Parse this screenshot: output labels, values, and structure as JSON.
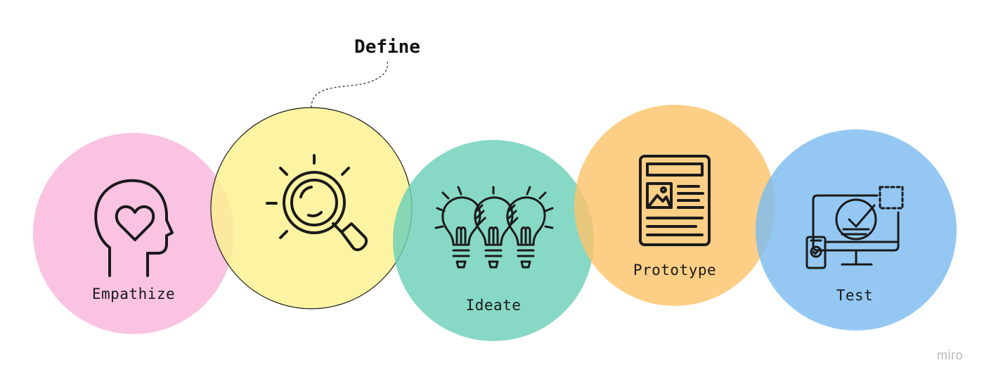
{
  "stages": [
    {
      "id": "empathize",
      "label": "Empathize",
      "color": "#f9b9dc",
      "icon": "head-heart-icon"
    },
    {
      "id": "define",
      "label": "Define",
      "color": "#fbf28d",
      "icon": "magnifier-icon"
    },
    {
      "id": "ideate",
      "label": "Ideate",
      "color": "#6dd0b8",
      "icon": "lightbulbs-icon"
    },
    {
      "id": "prototype",
      "label": "Prototype",
      "color": "#fdc36a",
      "icon": "document-layout-icon"
    },
    {
      "id": "test",
      "label": "Test",
      "color": "#7dbcf0",
      "icon": "devices-check-icon"
    }
  ],
  "brand": "miro"
}
